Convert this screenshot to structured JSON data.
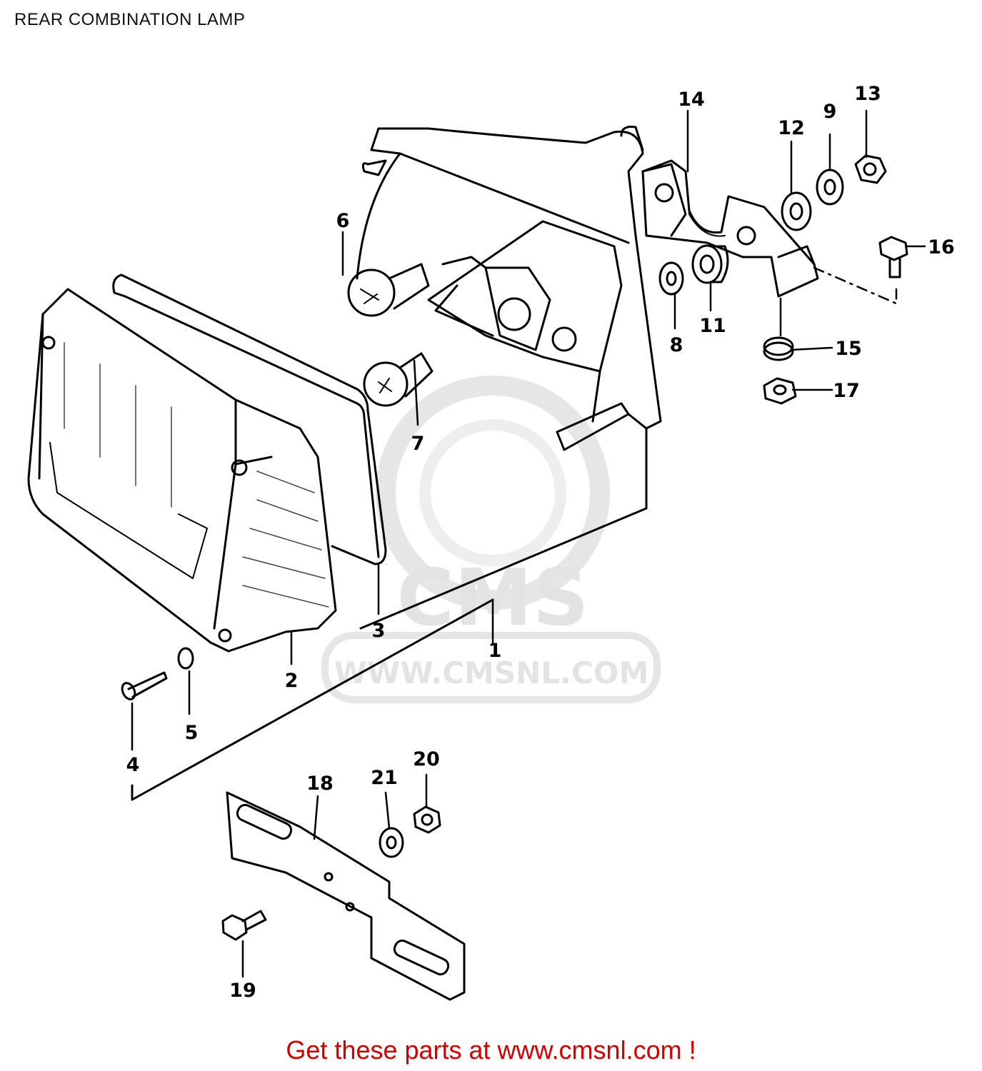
{
  "page": {
    "title": "REAR COMBINATION LAMP",
    "footer_link": "Get these parts at www.cmsnl.com !"
  },
  "watermark": {
    "brand": "CMS",
    "url": "WWW.CMSNL.COM"
  },
  "callouts": [
    "1",
    "2",
    "3",
    "4",
    "5",
    "6",
    "7",
    "8",
    "9",
    "11",
    "12",
    "13",
    "14",
    "15",
    "16",
    "17",
    "18",
    "19",
    "20",
    "21"
  ],
  "colors": {
    "line": "#000000",
    "footer_text": "#d40000",
    "watermark": "#e3e3e3"
  }
}
